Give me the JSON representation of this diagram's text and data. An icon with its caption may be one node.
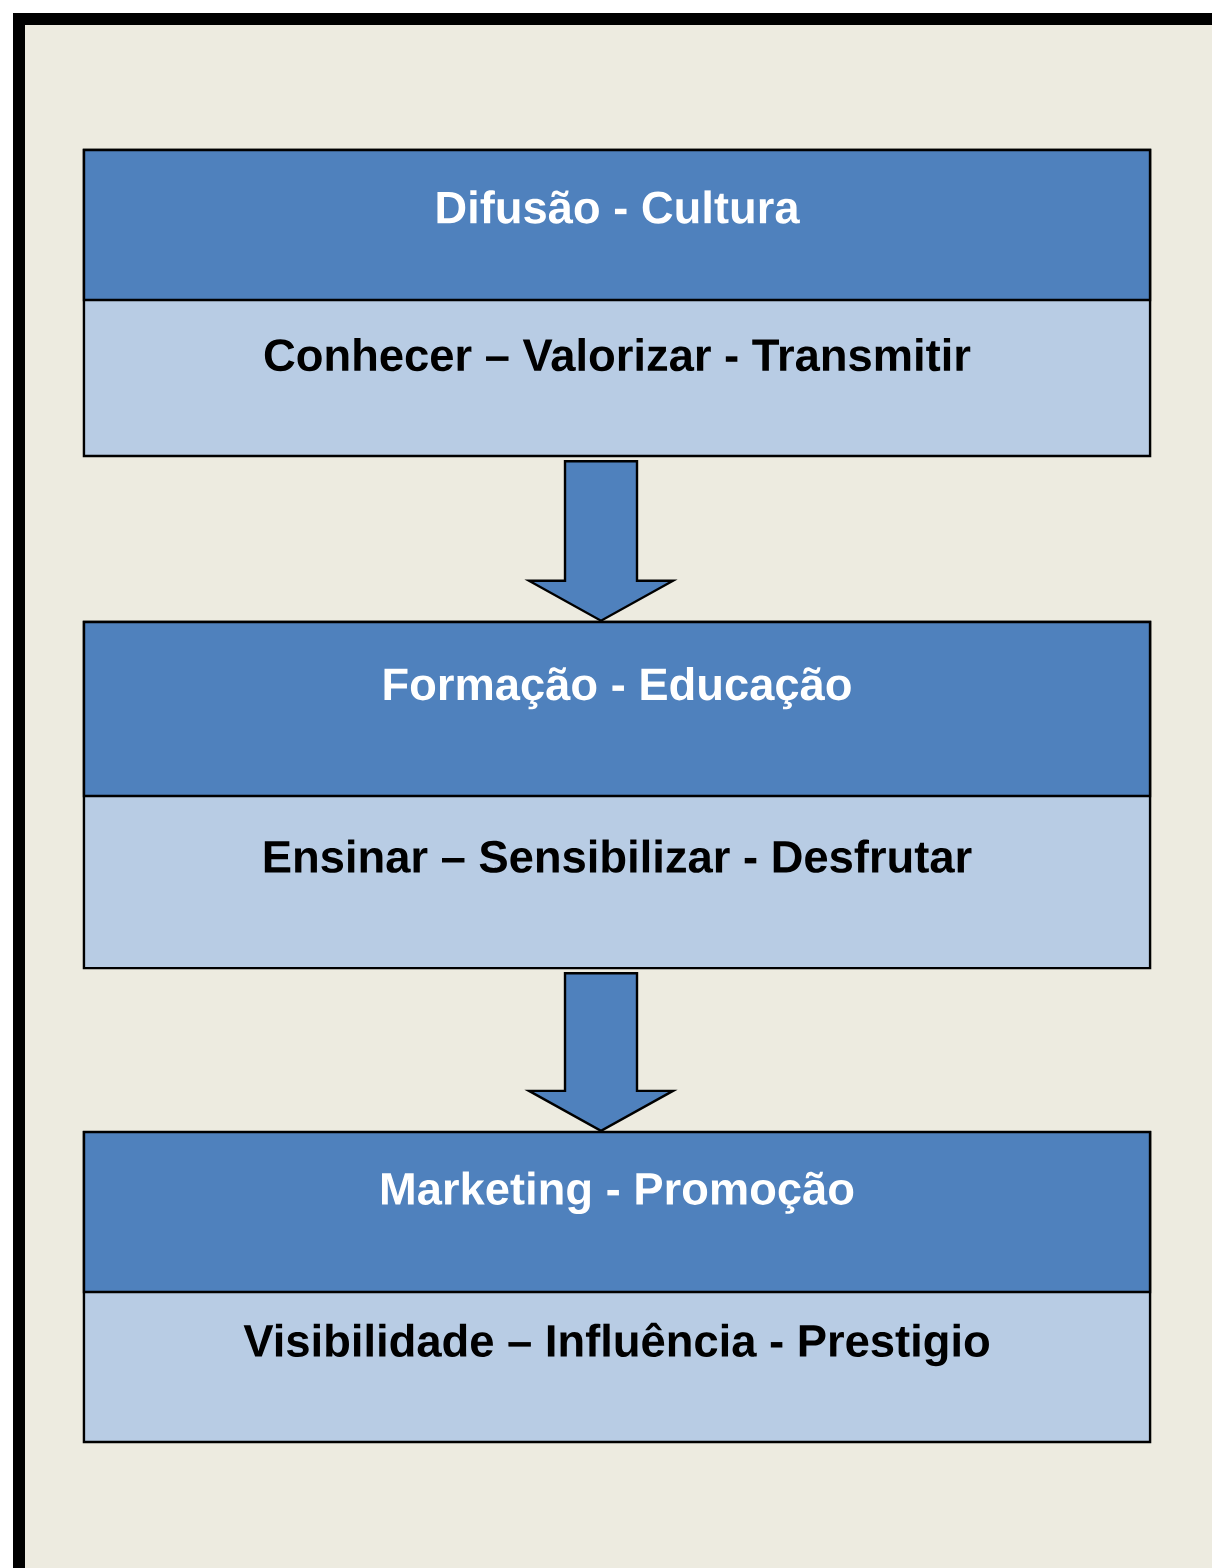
{
  "diagram": {
    "nodes": [
      {
        "text": [
          "Difusão - Cultura",
          "Conhecer – Valorizar - Transmitir"
        ]
      },
      {
        "text": [
          "Formação - Educação",
          "Ensinar – Sensibilizar - Desfrutar"
        ]
      },
      {
        "text": [
          "Marketing - Promoção",
          "Visibilidade – Influência - Prestigio"
        ]
      }
    ],
    "edges": [
      {
        "from": 0,
        "to": 1,
        "arrow": "to"
      },
      {
        "from": 1,
        "to": 2,
        "arrow": "to"
      }
    ]
  }
}
